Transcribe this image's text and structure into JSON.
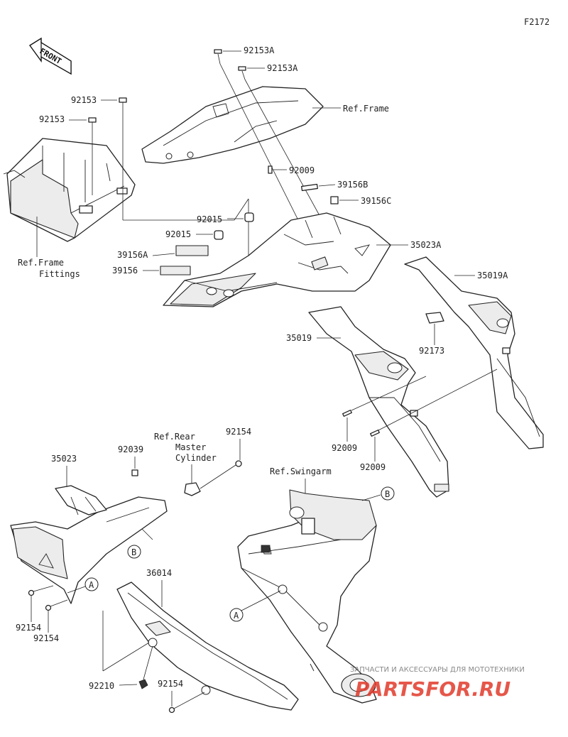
{
  "diagram_code": "F2172",
  "front_label": "FRONT",
  "callouts": {
    "p92153A_1": "92153A",
    "p92153A_2": "92153A",
    "ref_frame": "Ref.Frame",
    "p92153_1": "92153",
    "p92153_2": "92153",
    "p92009_top": "92009",
    "p39156B": "39156B",
    "p39156C": "39156C",
    "p92015_1": "92015",
    "p92015_2": "92015",
    "p35023A": "35023A",
    "p39156A": "39156A",
    "p39156": "39156",
    "ref_frame_fittings_1": "Ref.Frame",
    "ref_frame_fittings_2": "Fittings",
    "p35019A": "35019A",
    "p35019": "35019",
    "p92173": "92173",
    "p92009_a": "92009",
    "p92009_b": "92009",
    "ref_rear_1": "Ref.Rear",
    "ref_rear_2": "Master",
    "ref_rear_3": "Cylinder",
    "p92154_top": "92154",
    "p35023": "35023",
    "p92039": "92039",
    "ref_swingarm": "Ref.Swingarm",
    "marker_b_1": "B",
    "marker_b_2": "B",
    "marker_a_1": "A",
    "marker_a_2": "A",
    "p36014": "36014",
    "p92154_l1": "92154",
    "p92154_l2": "92154",
    "p92210": "92210",
    "p92154_bottom": "92154"
  },
  "watermark": {
    "tagline": "ЗАПЧАСТИ И АКСЕССУАРЫ ДЛЯ МОТОТЕХНИКИ",
    "brand": "PARTSFOR.RU"
  }
}
